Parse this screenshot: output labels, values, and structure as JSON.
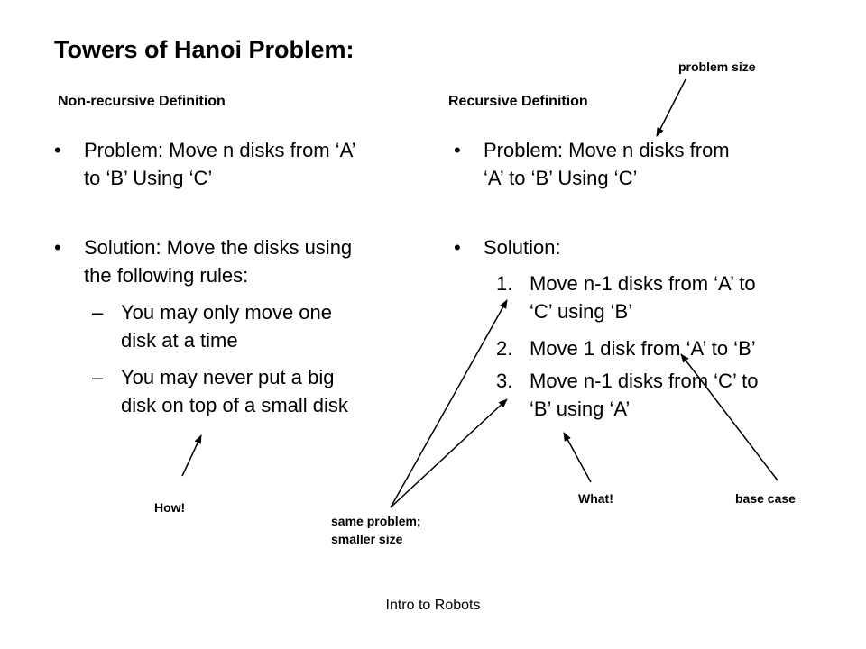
{
  "slide": {
    "title": "Towers of Hanoi Problem:",
    "footer": "Intro to Robots"
  },
  "left": {
    "subtitle": "Non-recursive Definition",
    "bullet_char": "•",
    "problem_line1": "Problem: Move n disks from ‘A’",
    "problem_line2": "to ‘B’ Using ‘C’",
    "solution_line1": "Solution: Move the disks using",
    "solution_line2": "the following rules:",
    "dash": "–",
    "rule1_line1": "You may only move one",
    "rule1_line2": "disk at a time",
    "rule2_line1": "You may never put a big",
    "rule2_line2": "disk on top of a small disk"
  },
  "right": {
    "subtitle": "Recursive Definition",
    "bullet_char": "•",
    "problem_line1": "Problem: Move n disks from",
    "problem_line2": "‘A’ to ‘B’ Using ‘C’",
    "solution_label": "Solution:",
    "steps": [
      {
        "num": "1.",
        "line1": "Move n-1 disks from ‘A’ to",
        "line2": "‘C’ using ‘B’"
      },
      {
        "num": "2.",
        "line1": "Move 1 disk from ‘A’ to ‘B’",
        "line2": ""
      },
      {
        "num": "3.",
        "line1": "Move n-1 disks from ‘C’ to",
        "line2": "‘B’ using ‘A’"
      }
    ]
  },
  "annotations": {
    "problem_size": "problem size",
    "how": "How!",
    "same_problem_line1": "same problem;",
    "same_problem_line2": "smaller size",
    "what": "What!",
    "base_case": "base case"
  },
  "colors": {
    "text": "#000000",
    "background": "#ffffff",
    "arrow": "#000000"
  }
}
